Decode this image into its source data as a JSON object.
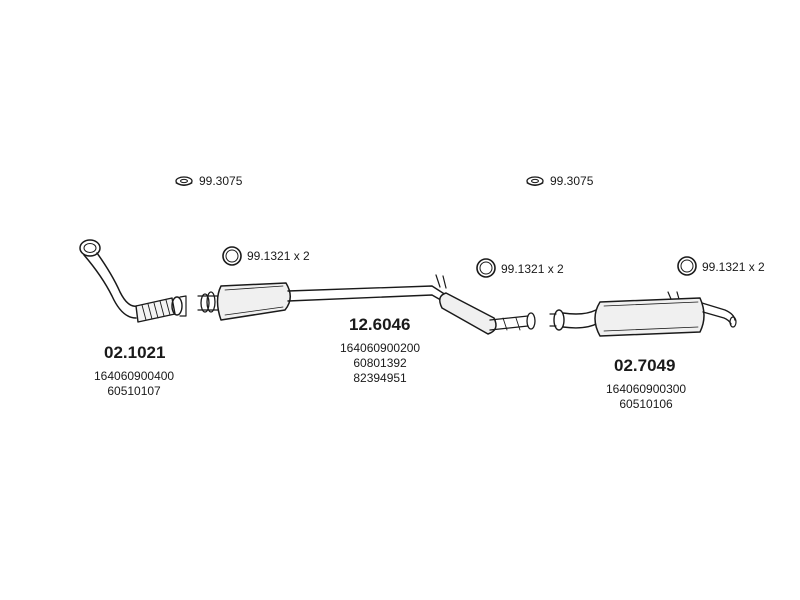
{
  "accessories": {
    "hanger_left": "99.3075",
    "hanger_right": "99.3075",
    "gasket_a": "99.1321 x 2",
    "gasket_b": "99.1321 x 2",
    "gasket_c": "99.1321 x 2"
  },
  "parts": [
    {
      "number": "02.1021",
      "oem": [
        "164060900400",
        "60510107"
      ]
    },
    {
      "number": "12.6046",
      "oem": [
        "164060900200",
        "60801392",
        "82394951"
      ]
    },
    {
      "number": "02.7049",
      "oem": [
        "164060900300",
        "60510106"
      ]
    }
  ]
}
